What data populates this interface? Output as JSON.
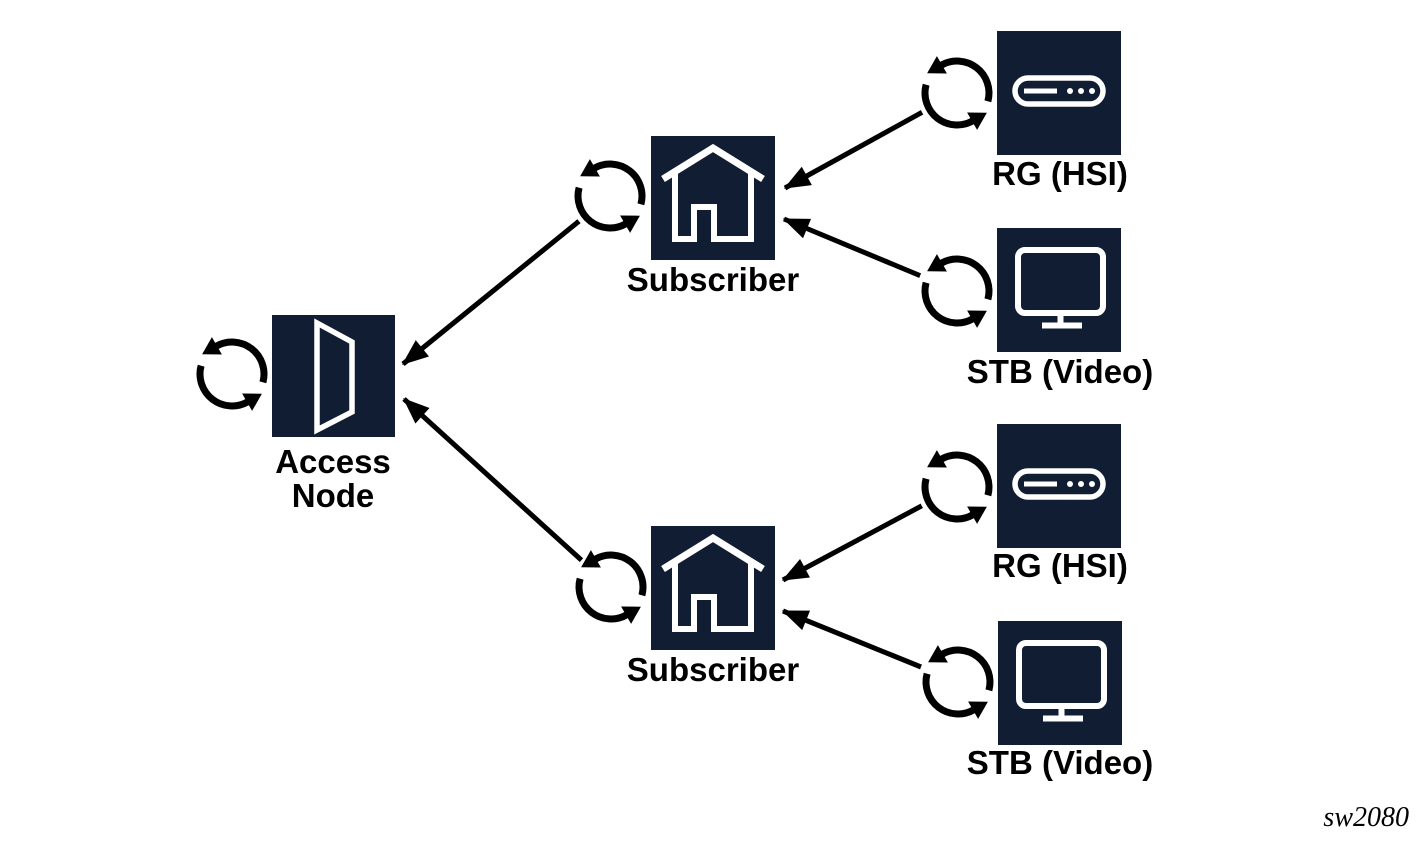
{
  "watermark": "sw2080",
  "colors": {
    "node_fill": "#111D32",
    "icon_stroke": "#FFFFFF",
    "connector": "#000000",
    "label_text": "#000000",
    "background": "#FFFFFF"
  },
  "nodes": [
    {
      "id": "access-node",
      "label": "Access Node",
      "icon": "open-door-icon"
    },
    {
      "id": "subscriber-1",
      "label": "Subscriber",
      "icon": "house-icon"
    },
    {
      "id": "rg-hsi-1",
      "label": "RG (HSI)",
      "icon": "residential-gateway-icon"
    },
    {
      "id": "stb-video-1",
      "label": "STB (Video)",
      "icon": "tv-monitor-icon"
    },
    {
      "id": "subscriber-2",
      "label": "Subscriber",
      "icon": "house-icon"
    },
    {
      "id": "rg-hsi-2",
      "label": "RG (HSI)",
      "icon": "residential-gateway-icon"
    },
    {
      "id": "stb-video-2",
      "label": "STB (Video)",
      "icon": "tv-monitor-icon"
    }
  ],
  "edges": [
    {
      "from": "subscriber-1",
      "to": "access-node"
    },
    {
      "from": "subscriber-2",
      "to": "access-node"
    },
    {
      "from": "rg-hsi-1",
      "to": "subscriber-1"
    },
    {
      "from": "stb-video-1",
      "to": "subscriber-1"
    },
    {
      "from": "rg-hsi-2",
      "to": "subscriber-2"
    },
    {
      "from": "stb-video-2",
      "to": "subscriber-2"
    }
  ],
  "sync_markers": {
    "icon": "circular-arrows-icon",
    "count": 7
  }
}
